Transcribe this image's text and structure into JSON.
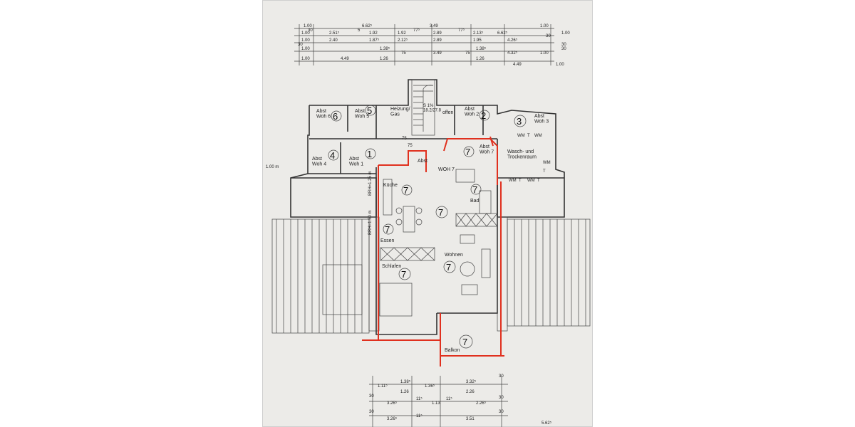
{
  "dimensions_top": {
    "row1": [
      "1.00",
      "6.62⁵",
      "3.49",
      "1.00"
    ],
    "row2": [
      "1.00",
      "30",
      "2.51⁵",
      "5",
      "1.92",
      "1.92",
      "77⁵",
      "2.89",
      "77⁵",
      "2.13⁵",
      "6.62⁵",
      "30",
      "1.00"
    ],
    "row3": [
      "1.00",
      "30",
      "2.40",
      "1.87⁵",
      "2.12⁵",
      "2.89",
      "1.95",
      "4.26⁵",
      "30"
    ],
    "row4": [
      "1.00",
      "1.38⁵",
      "75",
      "3.49",
      "75",
      "1.38⁵",
      "4.32⁵",
      "1.00",
      "30"
    ],
    "row5": [
      "1.00",
      "4.49",
      "1.26",
      "1.26",
      "4.49",
      "1.00"
    ]
  },
  "rooms": {
    "abst_woh6": "Abst\nWoh 6",
    "abst_woh5": "Abst\nWoh 5",
    "heizung": "Heizung/\nGas",
    "offen": "offen",
    "abst_woh2": "Abst\nWoh 2",
    "abst_woh3": "Abst\nWoh 3",
    "abst_woh4": "Abst\nWoh 4",
    "abst_woh1": "Abst\nWoh 1",
    "abst": "Abst",
    "abst_woh7": "Abst\nWoh 7",
    "wasch": "Wasch- und\nTrockenraum",
    "woh7": "WOH 7",
    "kueche": "Küche",
    "bad": "Bad",
    "essen": "Essen",
    "wohnen": "Wohnen",
    "schlafen": "Schlafen",
    "balkon": "Balkon"
  },
  "circled_numbers": {
    "woh6": "6",
    "woh5": "5",
    "woh2": "2",
    "woh3": "3",
    "woh4": "4",
    "woh1": "1",
    "abst7": "7",
    "kueche": "7",
    "bad": "7",
    "center": "7",
    "essen": "7",
    "wohnen": "7",
    "schlafen": "7",
    "balkon": "7"
  },
  "wm_labels": [
    "WM",
    "T",
    "WM",
    "WM",
    "T",
    "WM",
    "T",
    "WM",
    "T"
  ],
  "stair_note": "S 1%\n18.2/27.8",
  "small_dims": [
    "75",
    "75",
    "BRH=1.25 m",
    "BRH=1.50 m",
    "1.00 m"
  ],
  "dimensions_bottom": {
    "row1": [
      "1.11⁵",
      "1.38⁵",
      "1.36⁵",
      "3.32⁵",
      "30"
    ],
    "row2": [
      "1.26",
      "2.26"
    ],
    "row3": [
      "30",
      "3.26⁵",
      "11⁵",
      "1.13",
      "11⁵",
      "2.26⁵",
      "30"
    ],
    "row4": [
      "30",
      "3.26⁵",
      "11⁵",
      "3.51",
      "30",
      "5.62⁵"
    ]
  }
}
